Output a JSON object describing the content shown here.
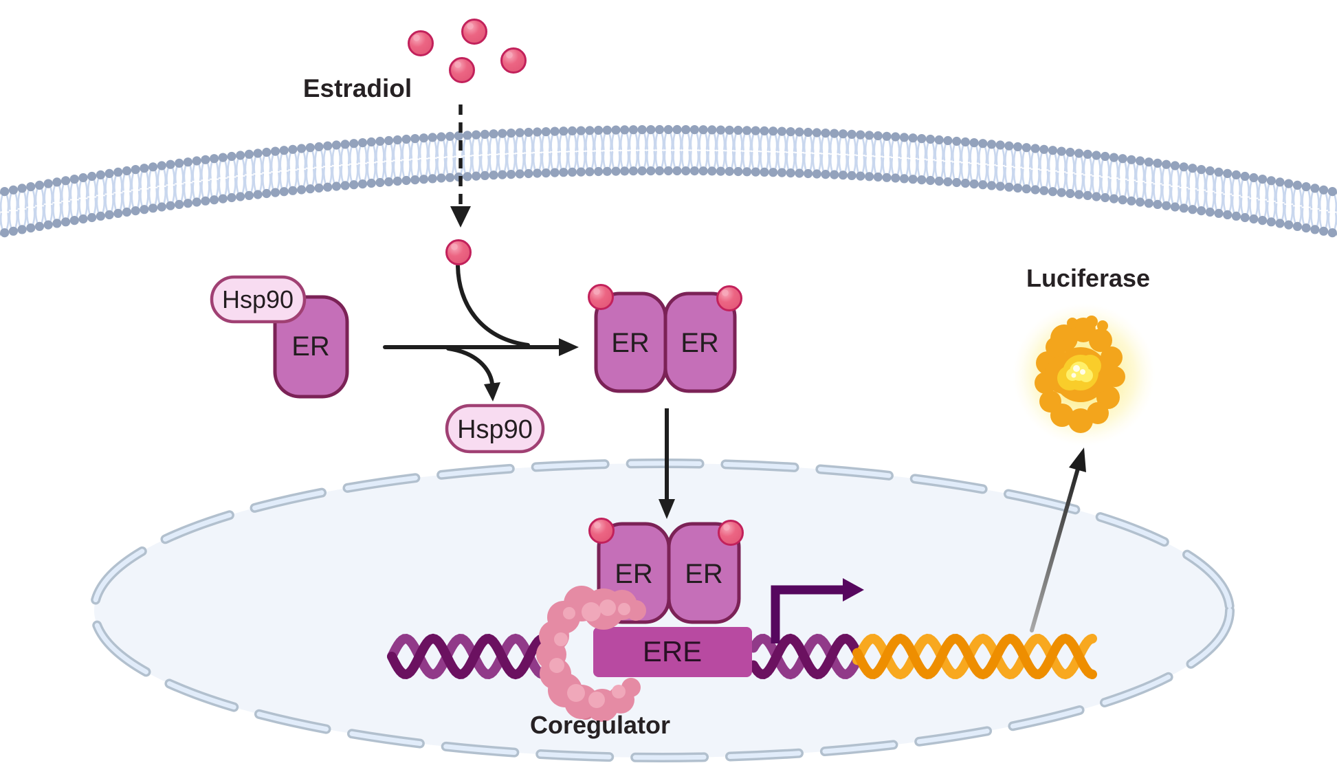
{
  "labels": {
    "estradiol": "Estradiol",
    "luciferase": "Luciferase",
    "coregulator": "Coregulator"
  },
  "molecules": {
    "hsp90_bound": "Hsp90",
    "hsp90_released": "Hsp90",
    "er_monomer": "ER",
    "er_dimer_left": "ER",
    "er_dimer_right": "ER",
    "er_nuclear_left": "ER",
    "er_nuclear_right": "ER",
    "ere": "ERE"
  },
  "colors": {
    "er_fill": "#c56fb8",
    "er_border": "#7b2256",
    "estradiol_fill": "#ec6583",
    "estradiol_deep": "#e25677",
    "estradiol_highlight": "#f7a9ba",
    "estradiol_border": "#c2215b",
    "hsp90_fill": "#f8dcf1",
    "hsp90_border": "#a04073",
    "ere_fill": "#b84aa1",
    "dna_purple_dark": "#6b1160",
    "dna_purple_light": "#913a89",
    "dna_orange_dark": "#ee8e00",
    "dna_orange_light": "#f8a81f",
    "transcription_arrow": "#56075e",
    "membrane_head": "#93a2bc",
    "membrane_tail": "#c9d7ee",
    "nucleus_fill": "#f1f5fb",
    "nucleus_dash_fill": "#e1ecfa",
    "nucleus_dash_stroke": "#b2c0ce",
    "coregulator_base": "#e58ba4",
    "coregulator_light": "#f0a8ba",
    "coregulator_dark": "#d8758f",
    "luciferase_blob": "#f3a51c",
    "luciferase_inner": "#f9cd2a",
    "luciferase_bright": "#fff06a",
    "arrow_color": "#1e1e1e"
  }
}
